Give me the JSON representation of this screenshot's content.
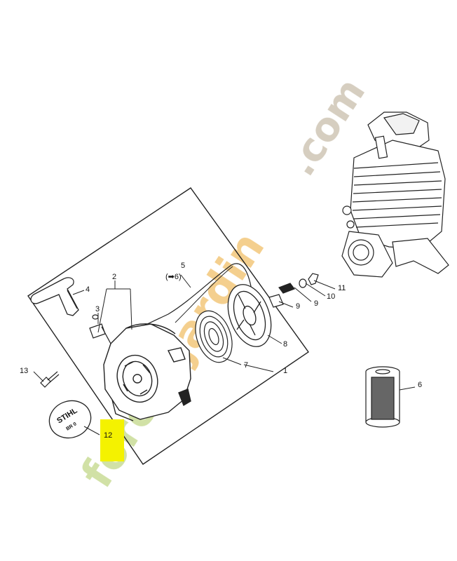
{
  "watermark": {
    "text": "foretjardin.com",
    "colors": {
      "foret": "#c9dc96",
      "jardin": "#f3c77a",
      "com": "#cfc6b5"
    }
  },
  "colors": {
    "line": "#222222",
    "highlight": "#f4f200",
    "paper": "#ffffff"
  },
  "labels": {
    "l1": "1",
    "l2": "2",
    "l3": "3",
    "l4": "4",
    "l5": "5",
    "l5ref": "(➡6)",
    "l6": "6",
    "l7": "7",
    "l8": "8",
    "l9a": "9",
    "l9b": "9",
    "l10": "10",
    "l11": "11",
    "l12": "12",
    "l13": "13"
  },
  "parts": {
    "badge_brand": "STIHL",
    "badge_model": "BR 0"
  }
}
